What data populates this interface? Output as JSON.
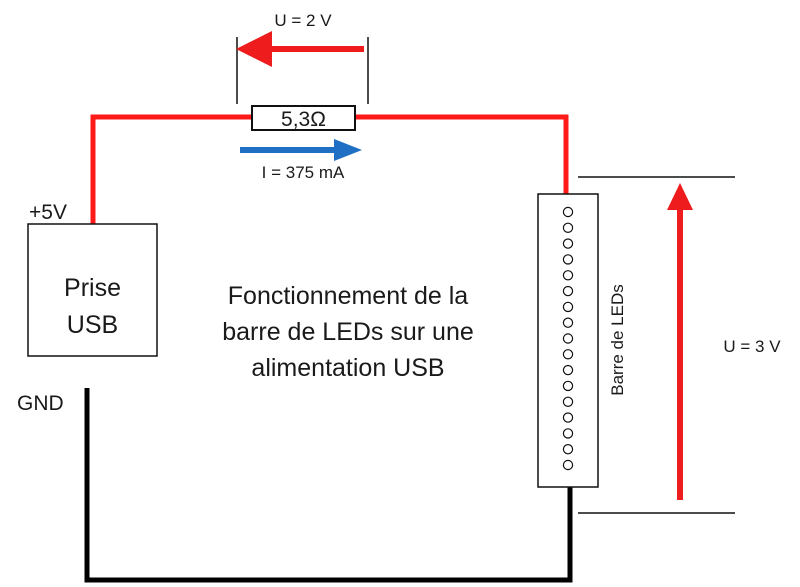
{
  "colors": {
    "positive_wire": "#ff1a1a",
    "ground_wire": "#000000",
    "voltage_arrow": "#ee1c1c",
    "current_arrow": "#1f6fc4",
    "outline": "#111111"
  },
  "resistor": {
    "value_label": "5,3Ω",
    "voltage_label": "U = 2 V"
  },
  "current": {
    "label": "I = 375 mA"
  },
  "usb_socket": {
    "line1": "Prise",
    "line2": "USB",
    "positive_terminal": "+5V",
    "ground_terminal": "GND"
  },
  "led_bar": {
    "label": "Barre de LEDs",
    "led_count": 17,
    "led_glyph": "o",
    "voltage_label": "U = 3 V"
  },
  "title": {
    "line1": "Fonctionnement de la",
    "line2": "barre de LEDs sur une",
    "line3": "alimentation USB"
  }
}
